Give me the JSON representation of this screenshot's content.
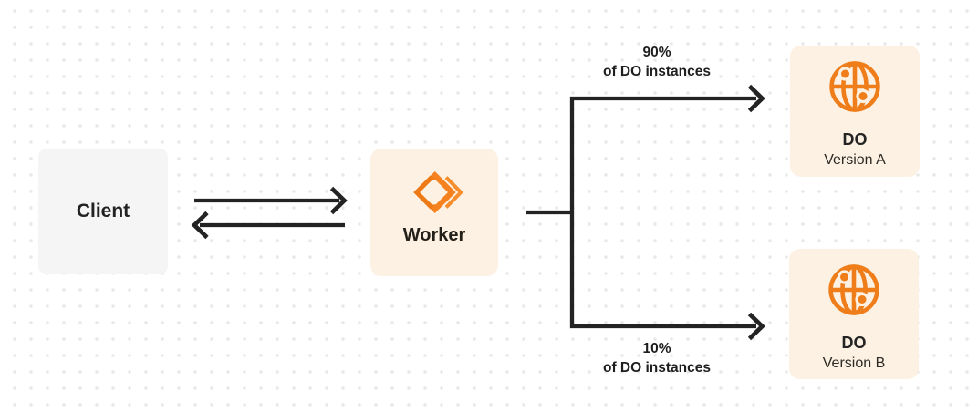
{
  "nodes": {
    "client": {
      "label": "Client"
    },
    "worker": {
      "label": "Worker",
      "icon": "workers-chevron-logo-icon"
    },
    "do_version_a": {
      "title": "DO",
      "subtitle": "Version A",
      "icon": "durable-object-globe-icon"
    },
    "do_version_b": {
      "title": "DO",
      "subtitle": "Version B",
      "icon": "durable-object-globe-icon"
    }
  },
  "edge_labels": {
    "top": {
      "percent": "90%",
      "caption": "of DO instances"
    },
    "bottom": {
      "percent": "10%",
      "caption": "of DO instances"
    }
  },
  "colors": {
    "accent_orange": "#f6821f",
    "globe_orange": "#ef7d1a",
    "cream_box_bg": "#fcf1e2",
    "gray_box_bg": "#f5f5f6",
    "arrow_dark": "#232323",
    "dot_grid": "#e8e8e8",
    "background": "#ffffff"
  }
}
